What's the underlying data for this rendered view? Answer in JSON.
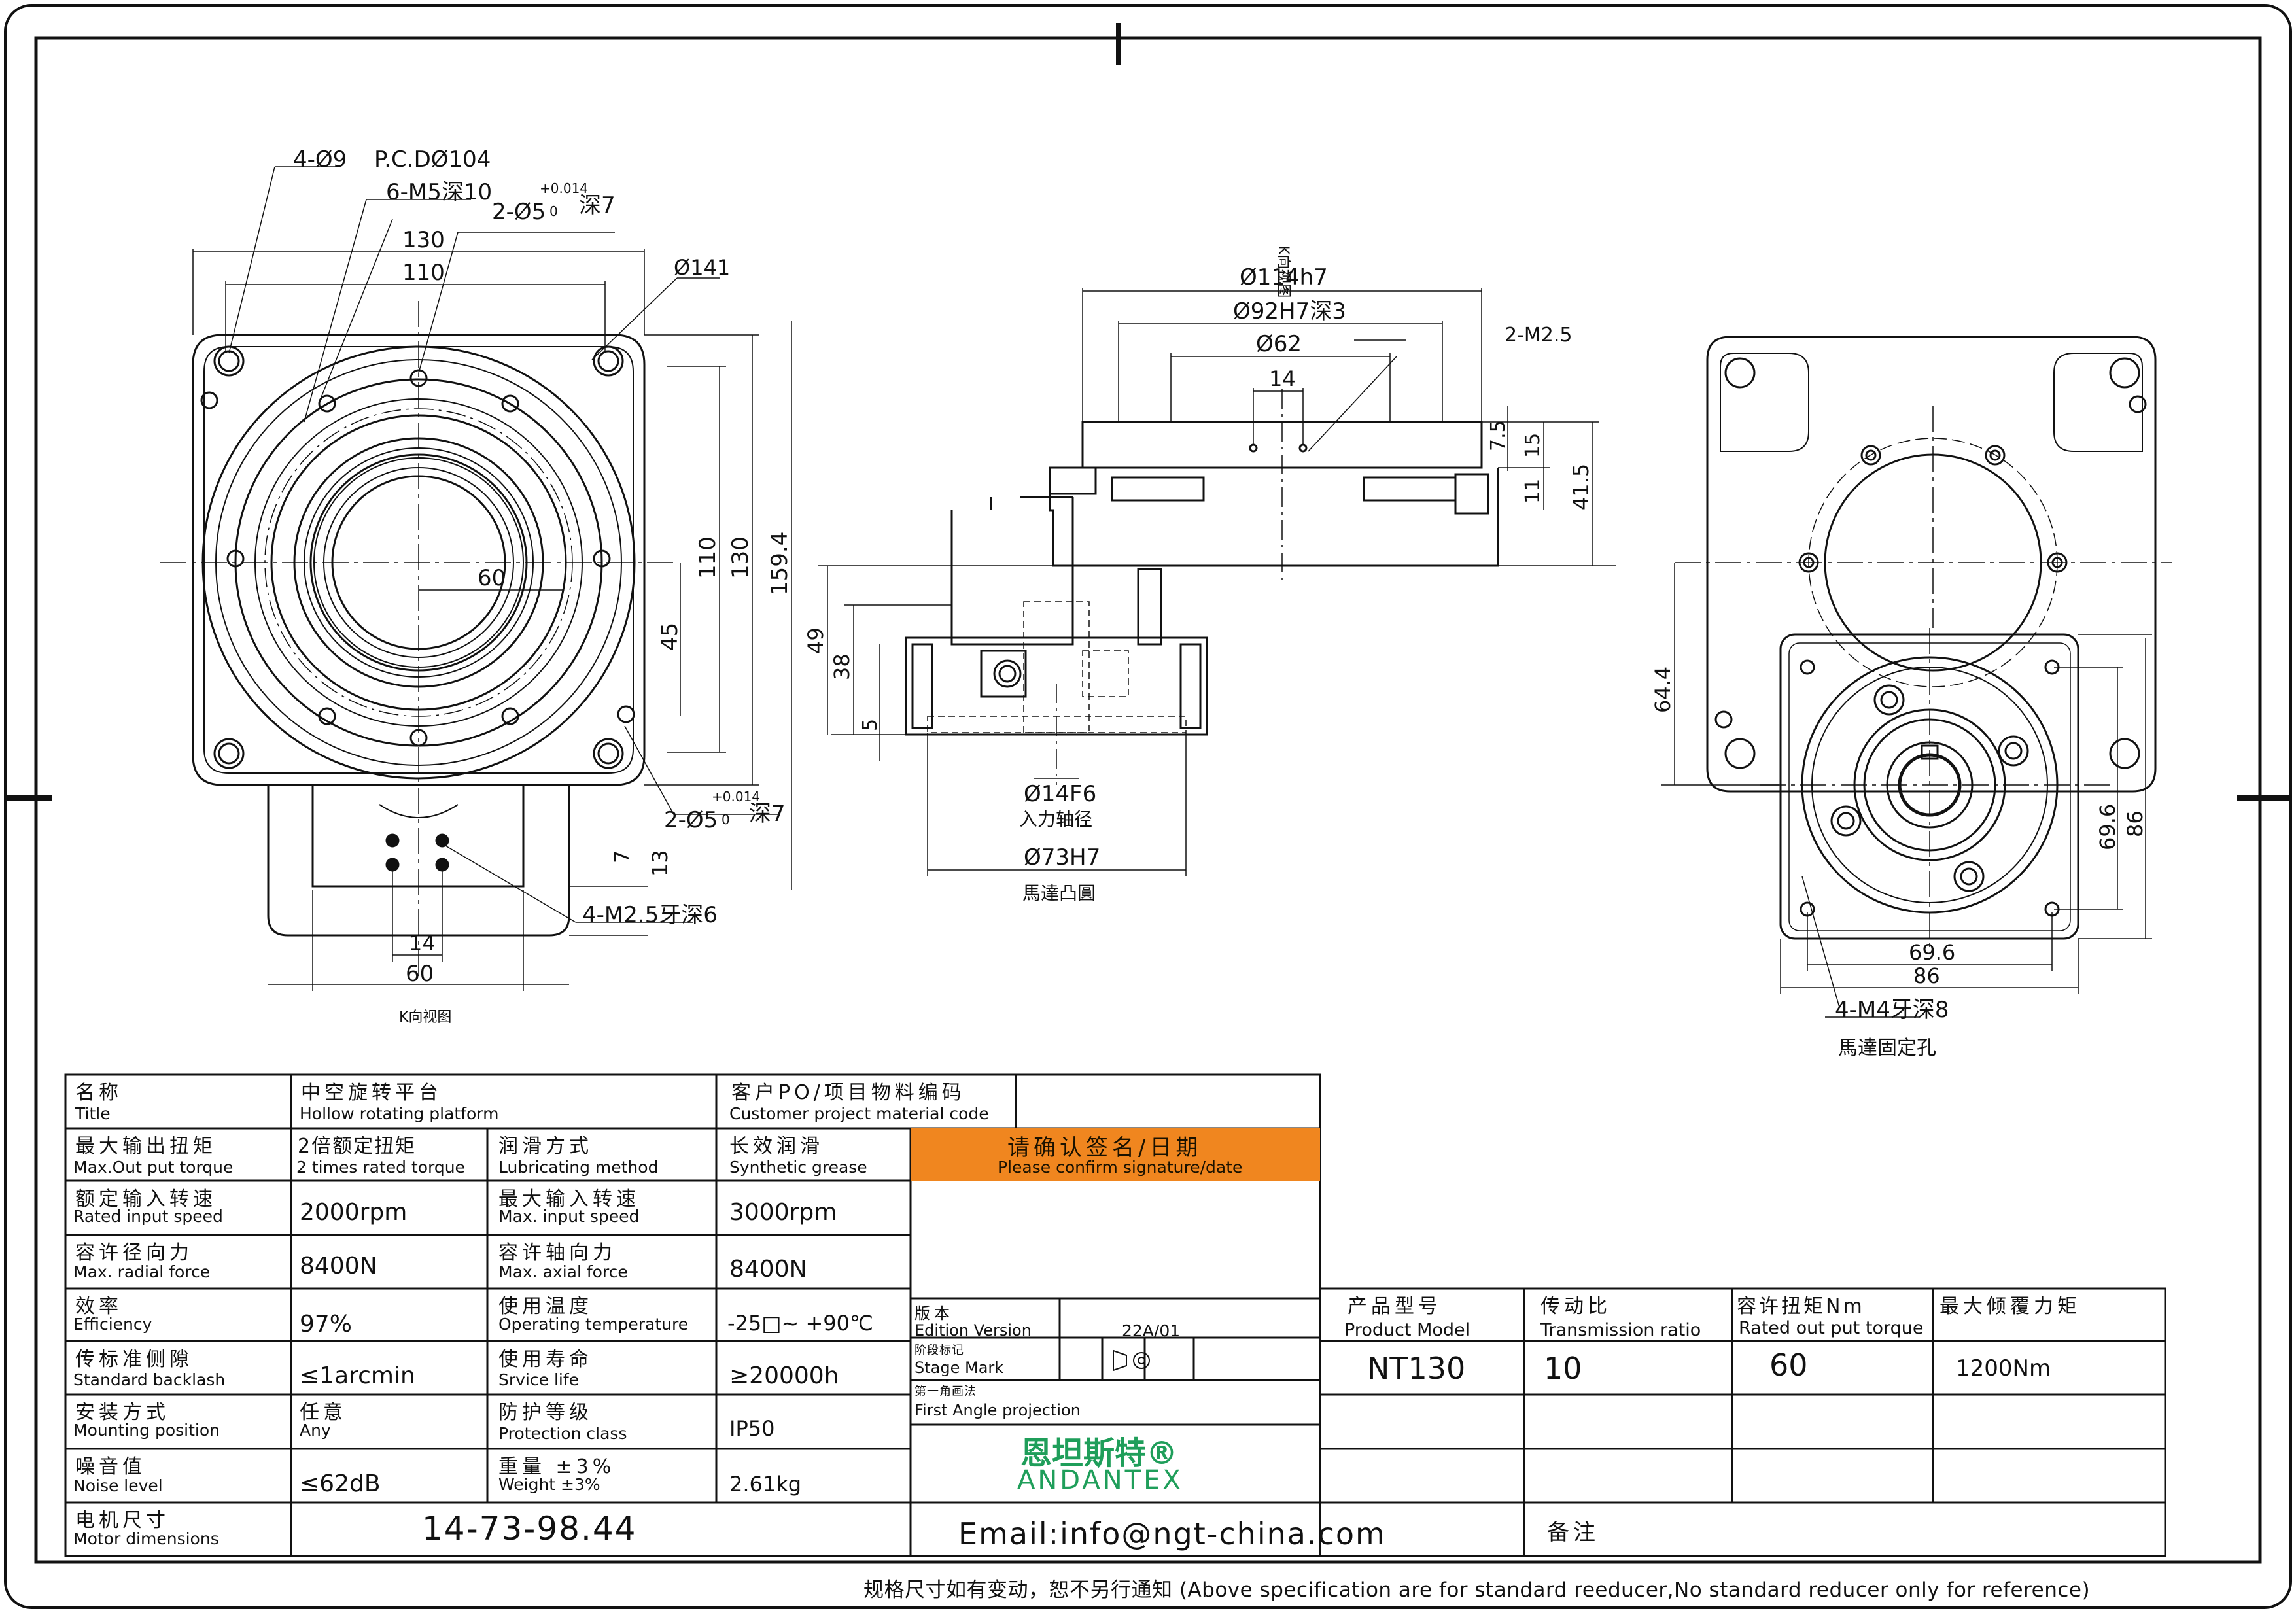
{
  "drawing": {
    "front_view": {
      "dims": {
        "holes_4": "4-Ø9",
        "pcd": "P.C.DØ104",
        "tapped": "6-M5深10",
        "pin_top": "2-Ø5",
        "pin_top_tol": "+0.014",
        "pin_top_tol0": "0",
        "pin_top_depth": "深7",
        "w130": "130",
        "w110": "110",
        "d141": "Ø141",
        "h110": "110",
        "h130": "130",
        "h159": "159.4",
        "d60": "60",
        "h45": "45",
        "pin_bot": "2-Ø5",
        "pin_bot_tol": "+0.014",
        "pin_bot_tol0": "0",
        "pin_bot_depth": "深7",
        "h7": "7",
        "h13": "13",
        "tap_bot": "4-M2.5牙深6",
        "w14": "14",
        "w60": "60",
        "view_mark": "K向视图"
      }
    },
    "side_view": {
      "dims": {
        "view_mark": "K向视图",
        "d114": "Ø114h7",
        "d92": "Ø92H7深3",
        "d62": "Ø62",
        "w14": "14",
        "m25": "2-M2.5",
        "h75": "7.5",
        "h15": "15",
        "h11": "11",
        "h415": "41.5",
        "h49": "49",
        "h38": "38",
        "h5": "5",
        "d14f6": "Ø14F6",
        "input_shaft": "入力轴径",
        "d73": "Ø73H7",
        "motor_boss": "馬達凸圓"
      }
    },
    "rear_view": {
      "dims": {
        "h644": "64.4",
        "h696": "69.6",
        "h86": "86",
        "w696": "69.6",
        "w86": "86",
        "tap": "4-M4牙深8",
        "motor_holes": "馬達固定孔"
      }
    }
  },
  "spec_table": {
    "title_cn": "名称",
    "title_en": "Title",
    "title_value_cn": "中空旋转平台",
    "title_value_en": "Hollow rotating platform",
    "customer_cn": "客户PO/项目物料编码",
    "customer_en": "Customer project material code",
    "rows": [
      {
        "l_cn": "最大输出扭矩",
        "l_en": "Max.Out put torque",
        "v1_cn": "2倍额定扭矩",
        "v1_en": "2 times rated torque",
        "r_cn": "润滑方式",
        "r_en": "Lubricating method",
        "v2_cn": "长效润滑",
        "v2_en": "Synthetic grease"
      },
      {
        "l_cn": "额定输入转速",
        "l_en": "Rated input speed",
        "v1": "2000rpm",
        "r_cn": "最大输入转速",
        "r_en": "Max. input speed",
        "v2": "3000rpm"
      },
      {
        "l_cn": "容许径向力",
        "l_en": "Max. radial force",
        "v1": "8400N",
        "r_cn": "容许轴向力",
        "r_en": "Max. axial force",
        "v2": "8400N"
      },
      {
        "l_cn": "效率",
        "l_en": "Efficiency",
        "v1": "97%",
        "r_cn": "使用温度",
        "r_en": "Operating temperature",
        "v2": "-25□~ +90℃"
      },
      {
        "l_cn": "传标准侧隙",
        "l_en": "Standard backlash",
        "v1": "≤1arcmin",
        "r_cn": "使用寿命",
        "r_en": "Srvice life",
        "v2": "≥20000h"
      },
      {
        "l_cn": "安装方式",
        "l_en": "Mounting position",
        "v1_cn": "任意",
        "v1_en": "Any",
        "r_cn": "防护等级",
        "r_en": "Protection class",
        "v2": "IP50"
      },
      {
        "l_cn": "噪音值",
        "l_en": "Noise level",
        "v1": "≤62dB",
        "r_cn": "重量 ±3%",
        "r_en": "Weight ±3%",
        "v2": "2.61kg"
      }
    ],
    "motor_cn": "电机尺寸",
    "motor_en": "Motor dimensions",
    "motor_value": "14-73-98.44"
  },
  "confirm": {
    "cn": "请确认签名/日期",
    "en": "Please confirm signature/date",
    "color": "#f0861f"
  },
  "edition": {
    "label_cn": "版本",
    "label_en": "Edition Version",
    "value": "22A/01",
    "stage_cn": "阶段标记",
    "stage_en": "Stage Mark",
    "proj_cn": "第一角画法",
    "proj_en": "First Angle projection"
  },
  "logo": {
    "cn": "恩坦斯特®",
    "en": "ANDANTEX",
    "color": "#1f9e5a"
  },
  "email": "Email:info@ngt-china.com",
  "product": {
    "model_cn": "产品型号",
    "model_en": "Product Model",
    "model": "NT130",
    "ratio_cn": "传动比",
    "ratio_en": "Transmission ratio",
    "ratio": "10",
    "torque_cn": "容许扭矩Nm",
    "torque_en": "Rated out put torque",
    "torque": "60",
    "tilt_cn": "最大倾覆力矩",
    "tilt": "1200Nm",
    "remark_cn": "备注"
  },
  "footer": "规格尺寸如有变动，恕不另行通知  (Above specification are for standard reeducer,No standard reducer only for reference)"
}
